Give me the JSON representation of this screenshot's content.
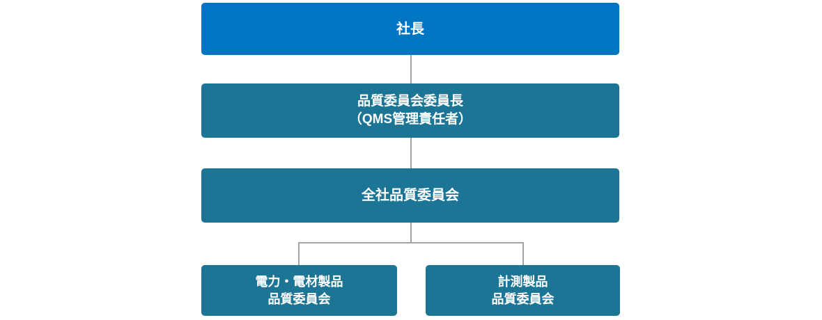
{
  "page": {
    "background": "#ffffff"
  },
  "colors": {
    "president_box": "#0075c2",
    "committee_box": "#1c7594",
    "connector_line": "#a2a2a2",
    "label_text": "#ffffff"
  },
  "org_chart": {
    "type": "organization-chart",
    "nodes": {
      "president": {
        "label": "社長"
      },
      "quality_committee_chairman": {
        "line1": "品質委員会委員長",
        "line2": "（QMS管理責任者）"
      },
      "company_wide_quality_committee": {
        "label": "全社品質委員会"
      },
      "power_electric_products_quality_committee": {
        "line1": "電力・電材製品",
        "line2": "品質委員会"
      },
      "measurement_products_quality_committee": {
        "line1": "計測製品",
        "line2": "品質委員会"
      }
    },
    "edges": [
      {
        "from": "president",
        "to": "quality_committee_chairman"
      },
      {
        "from": "quality_committee_chairman",
        "to": "company_wide_quality_committee"
      },
      {
        "from": "company_wide_quality_committee",
        "to": "power_electric_products_quality_committee"
      },
      {
        "from": "company_wide_quality_committee",
        "to": "measurement_products_quality_committee"
      }
    ]
  }
}
